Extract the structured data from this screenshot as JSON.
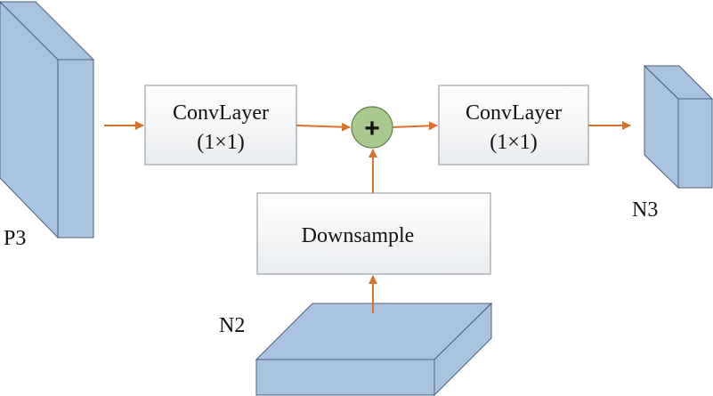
{
  "colors": {
    "tensor_fill": "#a9c3e0",
    "tensor_stroke": "#4a6078",
    "box_fill_top": "#ffffff",
    "box_fill_bottom": "#e9ecef",
    "box_stroke": "#9aa3ab",
    "arrow": "#d9712a",
    "add_fill": "#a8c98f",
    "add_stroke": "#5d7e49"
  },
  "inputs": {
    "p3_label": "P3",
    "n2_label": "N2"
  },
  "output": {
    "n3_label": "N3"
  },
  "blocks": {
    "conv1": {
      "line1": "ConvLayer",
      "line2": "(1×1)"
    },
    "conv2": {
      "line1": "ConvLayer",
      "line2": "(1×1)"
    },
    "downsample": {
      "label": "Downsample"
    }
  },
  "add_node": {
    "symbol": "+",
    "icon": "plus-icon"
  }
}
